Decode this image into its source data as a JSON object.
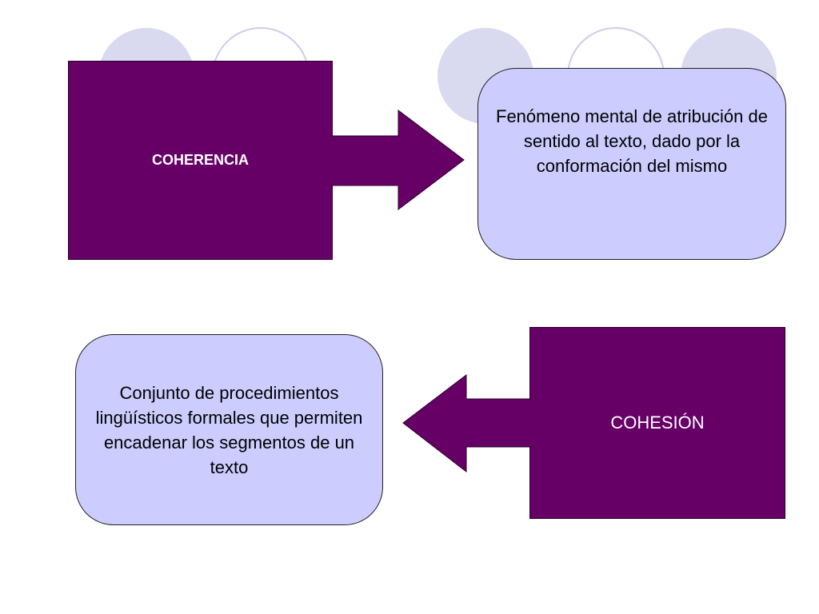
{
  "colors": {
    "concept_fill": "#660066",
    "definition_fill": "#ccccff",
    "circle_fill": "#d9d9f0",
    "circle_stroke": "#ccccee"
  },
  "concepts": {
    "coherencia": {
      "label": "COHERENCIA",
      "definition": "Fenómeno mental de atribución de sentido al texto, dado por la conformación del mismo"
    },
    "cohesion": {
      "label": "COHESIÓN",
      "definition": "Conjunto de procedimientos lingüísticos formales que permiten encadenar los segmentos de un texto"
    }
  }
}
